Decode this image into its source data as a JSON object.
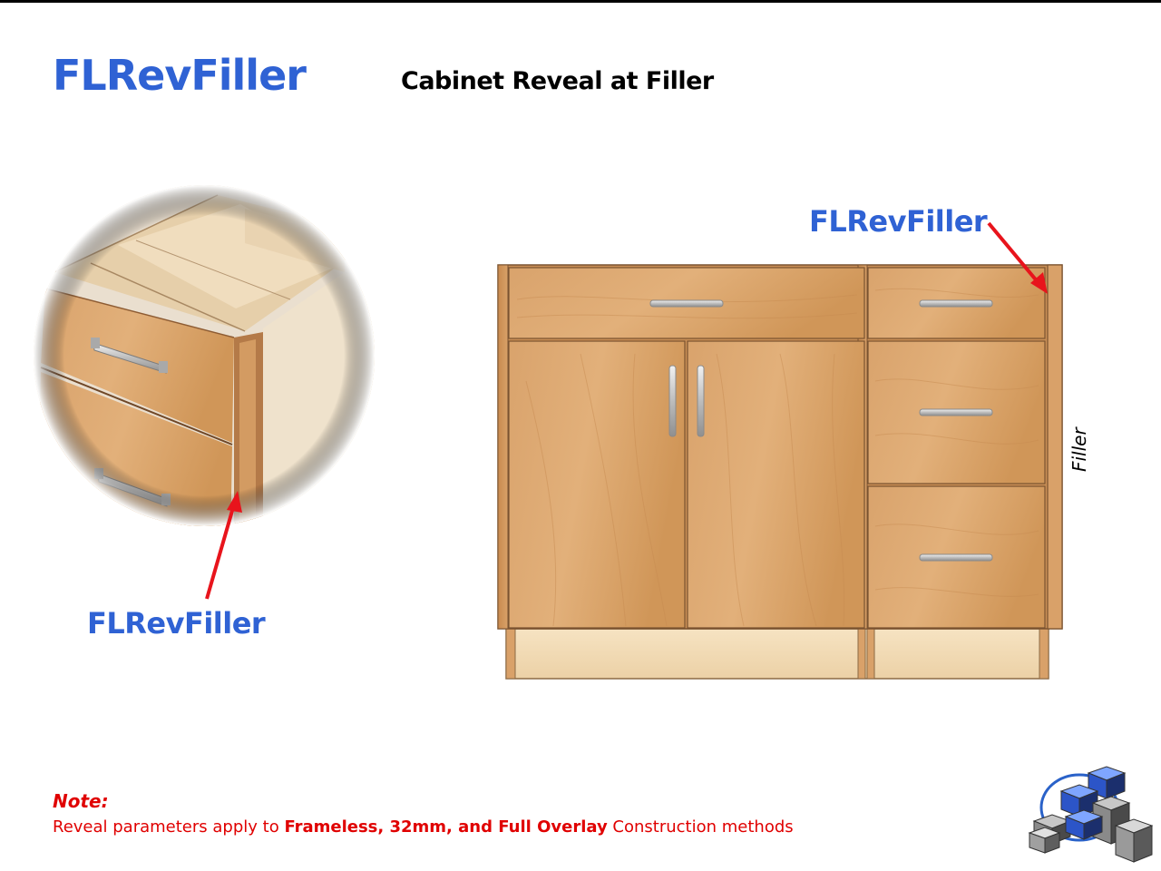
{
  "header": {
    "title": "FLRevFiller",
    "subtitle": "Cabinet Reveal at Filler"
  },
  "callouts": {
    "detail_label": "FLRevFiller",
    "front_label": "FLRevFiller",
    "filler_label": "Filler"
  },
  "note": {
    "heading": "Note:",
    "prefix": "Reveal parameters apply to ",
    "bold": "Frameless, 32mm, and Full Overlay",
    "suffix": " Construction methods"
  },
  "colors": {
    "title_blue": "#2f62d4",
    "note_red": "#e00000",
    "arrow_red": "#e8141c",
    "wood": "#d6a06a",
    "toe_kick": "#f3ddb8"
  },
  "icons": {
    "logo": "cube-cluster-logo"
  }
}
